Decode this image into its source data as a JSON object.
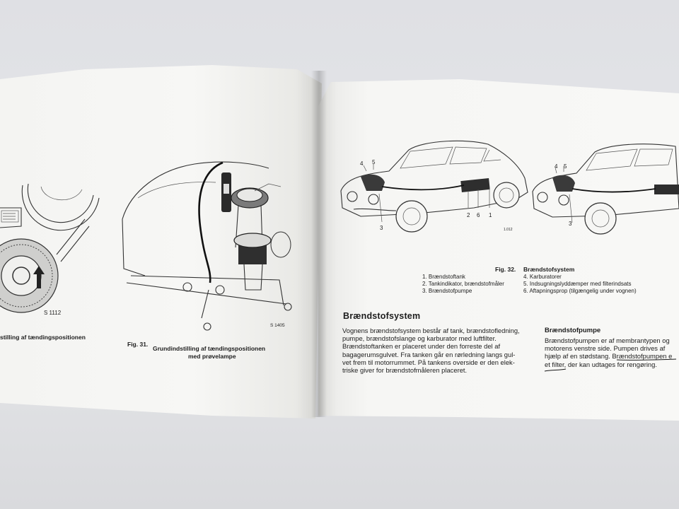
{
  "left_page": {
    "ref_left": "S 1112",
    "ref_right": "S 1405",
    "caption_left": "stilling af tændingspositionen",
    "fig31_label": "Fig. 31.",
    "fig31_line1": "Grundindstilling af tændingspositionen",
    "fig31_line2": "med prøvelampe"
  },
  "right_page": {
    "diagram_ref": "1.012",
    "car1_callouts_top": [
      "4",
      "5"
    ],
    "car1_callouts_bottom": [
      "2",
      "6",
      "1"
    ],
    "car1_callout_3": "3",
    "car2_callouts_top": [
      "4",
      "5"
    ],
    "car2_callout_3": "3",
    "fig32_label": "Fig. 32.",
    "fig32_title": "Brændstofsystem",
    "legend_left": [
      "1. Brændstoftank",
      "2. Tankindikator, brændstofmåler",
      "3. Brændstofpumpe"
    ],
    "legend_right": [
      "4. Karburatorer",
      "5. Indsugningslyddæmper med filterindsats",
      "6. Aftapningsprop (tilgængelig under vognen)"
    ],
    "section_heading": "Brændstofsystem",
    "section_body": [
      "Vognens brændstofsystem består af tank, brændstofledning,",
      "pumpe, brændstofslange og karburator med luftfilter.",
      "Brændstoftanken er placeret under den forreste del af",
      "bagagerumsgulvet. Fra tanken går en rørledning langs gul-",
      "vet frem til motorrummet. På tankens overside er den elek-",
      "triske giver for brændstofmåleren placeret."
    ],
    "pump_heading": "Brændstofpumpe",
    "pump_body": [
      "Brændstofpumpen er af membrantypen og",
      "motorens venstre side. Pumpen drives af",
      "hjælp af en stødstang. Brændstofpumpen e",
      "et filter, der kan udtages for rengøring."
    ]
  }
}
